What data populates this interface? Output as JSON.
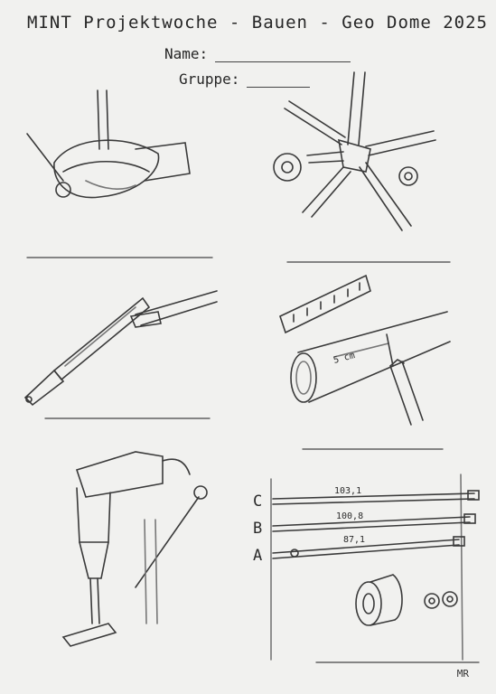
{
  "sheet": {
    "title": "MINT Projektwoche - Bauen - Geo Dome 2025",
    "name_label": "Name:",
    "group_label": "Gruppe:",
    "initials": "MR"
  },
  "panels": {
    "measure_label": "5 cm",
    "bars": [
      {
        "letter": "C",
        "length": "103,1"
      },
      {
        "letter": "B",
        "length": "100,8"
      },
      {
        "letter": "A",
        "length": "87,1"
      }
    ]
  }
}
